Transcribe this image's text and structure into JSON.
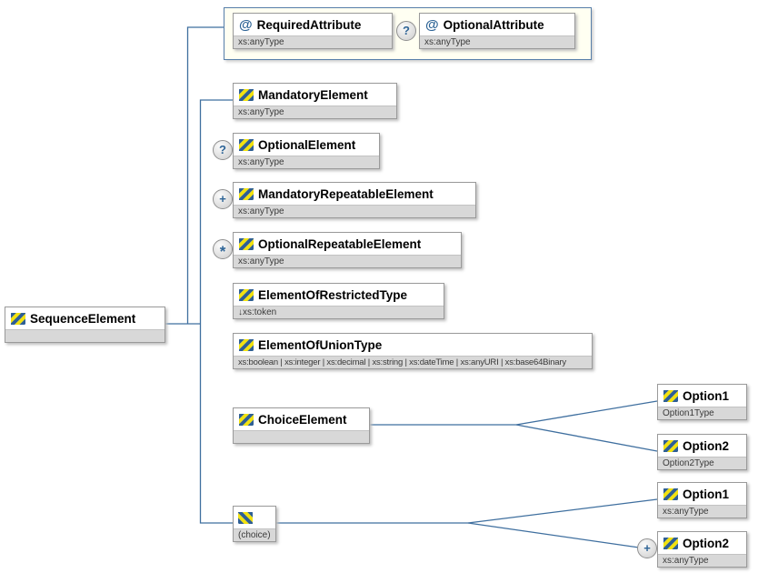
{
  "colors": {
    "wire": "#3f6f9f",
    "box_border": "#9a9a9a",
    "type_strip_bg": "#d8d8d8",
    "attr_group_bg": "#fffff2",
    "attr_group_border": "#567ea9",
    "icon_blue": "#2e5f94",
    "icon_yellow": "#f2e20e"
  },
  "nodes": {
    "root": {
      "label": "SequenceElement",
      "type": ""
    },
    "required_attr": {
      "label": "RequiredAttribute",
      "type": "xs:anyType"
    },
    "optional_attr": {
      "label": "OptionalAttribute",
      "type": "xs:anyType",
      "occurrence": "?"
    },
    "mandatory": {
      "label": "MandatoryElement",
      "type": "xs:anyType"
    },
    "optional": {
      "label": "OptionalElement",
      "type": "xs:anyType",
      "occurrence": "?"
    },
    "mandatory_repeatable": {
      "label": "MandatoryRepeatableElement",
      "type": "xs:anyType",
      "occurrence": "+"
    },
    "optional_repeatable": {
      "label": "OptionalRepeatableElement",
      "type": "xs:anyType",
      "occurrence": "*"
    },
    "restricted": {
      "label": "ElementOfRestrictedType",
      "type": "↓xs:token"
    },
    "union": {
      "label": "ElementOfUnionType",
      "type": "xs:boolean | xs:integer | xs:decimal | xs:string | xs:dateTime | xs:anyURI | xs:base64Binary"
    },
    "choice_element": {
      "label": "ChoiceElement",
      "type": ""
    },
    "choice_option1": {
      "label": "Option1",
      "type": "Option1Type"
    },
    "choice_option2": {
      "label": "Option2",
      "type": "Option2Type"
    },
    "inline_choice": {
      "label": "(choice)"
    },
    "group_option1": {
      "label": "Option1",
      "type": "xs:anyType"
    },
    "group_option2": {
      "label": "Option2",
      "type": "xs:anyType",
      "occurrence": "+"
    }
  }
}
